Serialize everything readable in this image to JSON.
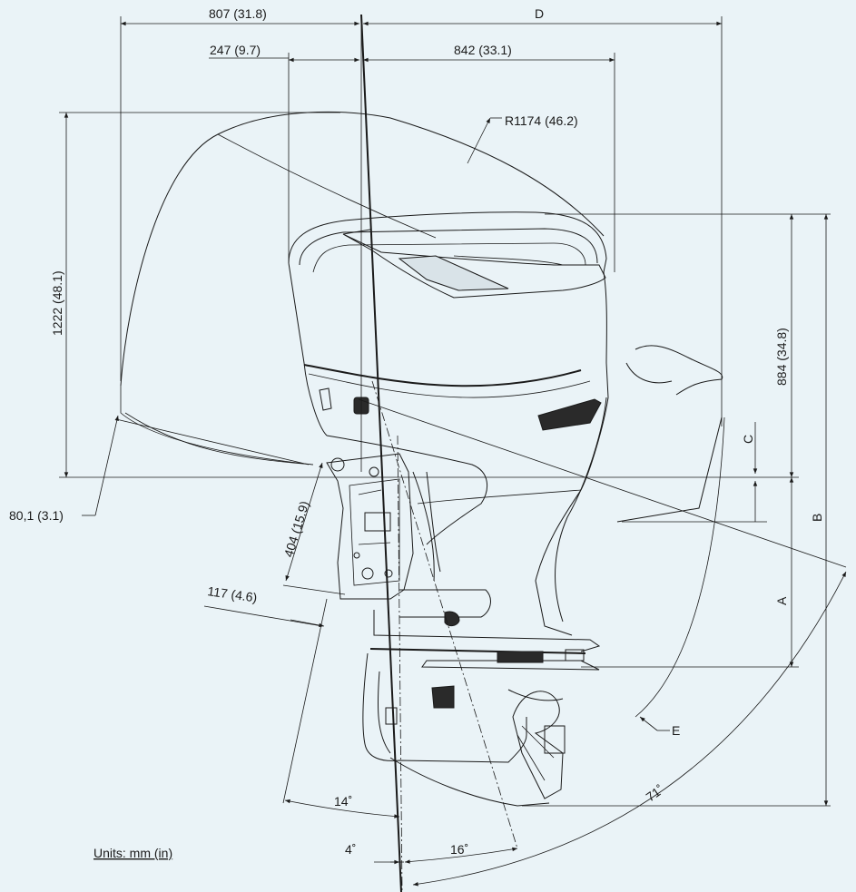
{
  "dimensions": {
    "d807": "807  (31.8)",
    "d247": "247  (9.7)",
    "d842": "842  (33.1)",
    "letter_D": "D",
    "radius": "R1174   (46.2)",
    "d1222": "1222  (48.1)",
    "d884": "884  (34.8)",
    "letter_C": "C",
    "letter_B": "B",
    "letter_A": "A",
    "d80": "80,1  (3.1)",
    "d404": "404  (15.9)",
    "d117": "117  (4.6)",
    "letter_E": "E",
    "angle_14": "14˚",
    "angle_4": "4˚",
    "angle_16": "16˚",
    "angle_71": "71˚"
  },
  "footer": {
    "units": "Units: mm (in)"
  },
  "colors": {
    "background": "#eaf3f7",
    "line": "#1a1a1a"
  }
}
